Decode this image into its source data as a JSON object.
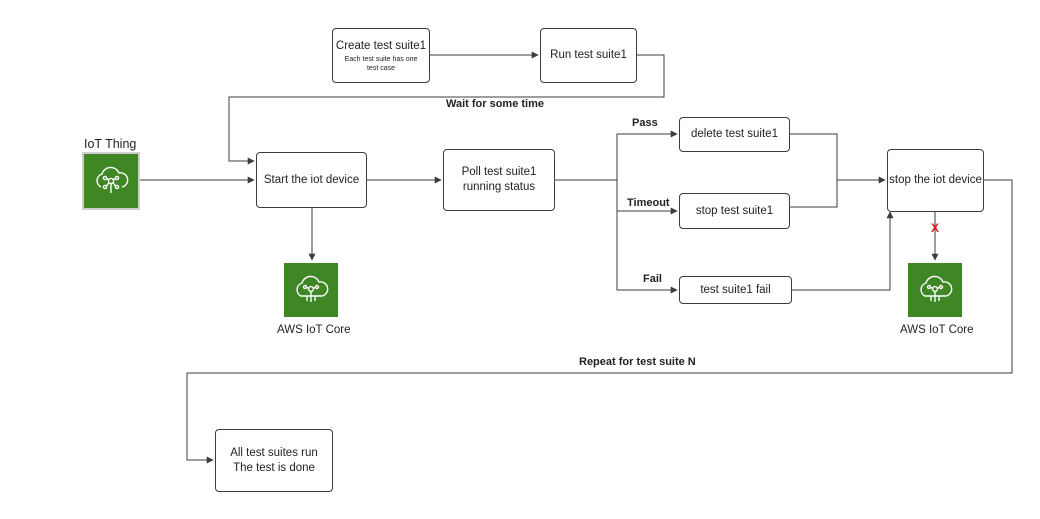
{
  "nodes": {
    "create_suite": {
      "title": "Create test suite1",
      "note_line1": "Each test suite has one",
      "note_line2": "test case"
    },
    "run_suite": {
      "label": "Run test suite1"
    },
    "start_device": {
      "label": "Start the iot device"
    },
    "poll_status": {
      "line1": "Poll test suite1",
      "line2": "running status"
    },
    "delete_suite": {
      "label": "delete test suite1"
    },
    "stop_suite": {
      "label": "stop test suite1"
    },
    "suite_fail": {
      "label": "test suite1 fail"
    },
    "stop_device": {
      "label": "stop the iot device"
    },
    "all_done": {
      "line1": "All test suites run",
      "line2": "The test is done"
    }
  },
  "edge_labels": {
    "wait": "Wait for some time",
    "pass": "Pass",
    "timeout": "Timeout",
    "fail": "Fail",
    "repeat": "Repeat for test suite N",
    "blocked": "X"
  },
  "icons": {
    "iot_thing": {
      "caption": "IoT Thing",
      "icon": "iot-thing-icon"
    },
    "iot_core_left": {
      "caption": "AWS IoT Core",
      "icon": "aws-iot-core-icon"
    },
    "iot_core_right": {
      "caption": "AWS IoT Core",
      "icon": "aws-iot-core-icon"
    }
  },
  "colors": {
    "aws_green": "#3f8624",
    "x_mark": "#e02020",
    "line": "#3d3d3d"
  }
}
